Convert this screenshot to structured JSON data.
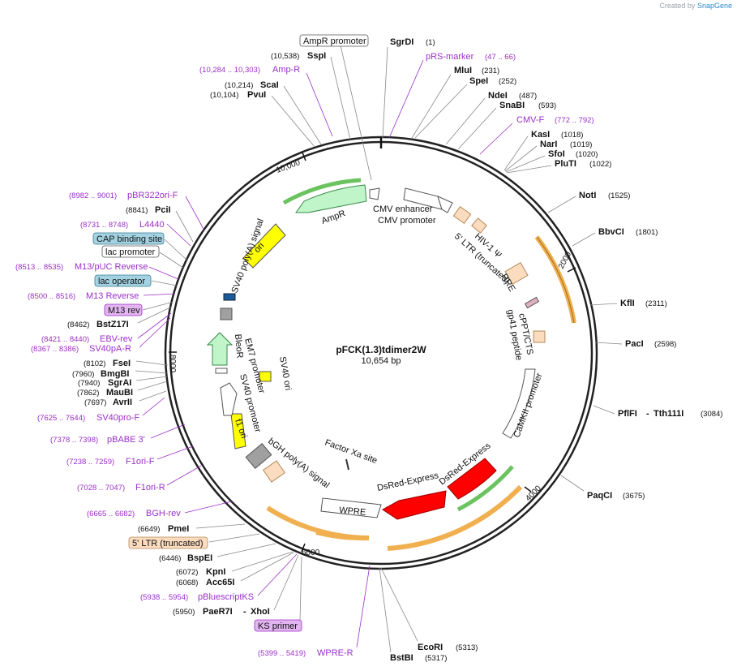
{
  "credit": {
    "prefix": "Created by",
    "brand": "SnapGene"
  },
  "plasmid": {
    "name": "pFCK(1.3)tdimer2W",
    "length": "10,654 bp"
  },
  "ticks": [
    "2000",
    "4000",
    "6000",
    "8000",
    "10,000"
  ],
  "enzymes": [
    {
      "name": "SgrDI",
      "pos": "(1)"
    },
    {
      "name": "MluI",
      "pos": "(231)"
    },
    {
      "name": "SpeI",
      "pos": "(252)"
    },
    {
      "name": "NdeI",
      "pos": "(487)"
    },
    {
      "name": "SnaBI",
      "pos": "(593)"
    },
    {
      "name": "KasI",
      "pos": "(1018)"
    },
    {
      "name": "NarI",
      "pos": "(1019)"
    },
    {
      "name": "SfoI",
      "pos": "(1020)"
    },
    {
      "name": "PluTI",
      "pos": "(1022)"
    },
    {
      "name": "NotI",
      "pos": "(1525)"
    },
    {
      "name": "BbvCI",
      "pos": "(1801)"
    },
    {
      "name": "KflI",
      "pos": "(2311)"
    },
    {
      "name": "PacI",
      "pos": "(2598)"
    },
    {
      "name": "PflFI",
      "pos": "(3084)"
    },
    {
      "name": "Tth111I",
      "pos": ""
    },
    {
      "name": "PaqCI",
      "pos": "(3675)"
    },
    {
      "name": "EcoRI",
      "pos": "(5313)"
    },
    {
      "name": "BstBI",
      "pos": "(5317)"
    },
    {
      "name": "PaeR7I",
      "pos": "(5950)"
    },
    {
      "name": "XhoI",
      "pos": ""
    },
    {
      "name": "Acc65I",
      "pos": "(6068)"
    },
    {
      "name": "KpnI",
      "pos": "(6072)"
    },
    {
      "name": "BspEI",
      "pos": "(6446)"
    },
    {
      "name": "PmeI",
      "pos": "(6649)"
    },
    {
      "name": "AvrII",
      "pos": "(7697)"
    },
    {
      "name": "MauBI",
      "pos": "(7862)"
    },
    {
      "name": "SgrAI",
      "pos": "(7940)"
    },
    {
      "name": "BmgBI",
      "pos": "(7960)"
    },
    {
      "name": "FseI",
      "pos": "(8102)"
    },
    {
      "name": "BstZ17I",
      "pos": "(8462)"
    },
    {
      "name": "PciI",
      "pos": "(8841)"
    },
    {
      "name": "PvuI",
      "pos": "(10,104)"
    },
    {
      "name": "ScaI",
      "pos": "(10,214)"
    },
    {
      "name": "SspI",
      "pos": "(10,538)"
    }
  ],
  "primers": [
    {
      "name": "pRS-marker",
      "range": "(47 .. 66)"
    },
    {
      "name": "CMV-F",
      "range": "(772 .. 792)"
    },
    {
      "name": "WPRE-R",
      "range": "(5399 .. 5419)"
    },
    {
      "name": "pBluescriptKS",
      "range": "(5938 .. 5954)"
    },
    {
      "name": "BGH-rev",
      "range": "(6665 .. 6682)"
    },
    {
      "name": "F1ori-R",
      "range": "(7028 .. 7047)"
    },
    {
      "name": "F1ori-F",
      "range": "(7238 .. 7259)"
    },
    {
      "name": "pBABE 3'",
      "range": "(7378 .. 7398)"
    },
    {
      "name": "SV40pro-F",
      "range": "(7625 .. 7644)"
    },
    {
      "name": "SV40pA-R",
      "range": "(8367 .. 8386)"
    },
    {
      "name": "EBV-rev",
      "range": "(8421 .. 8440)"
    },
    {
      "name": "M13 Reverse",
      "range": "(8500 .. 8516)"
    },
    {
      "name": "M13/pUC Reverse",
      "range": "(8513 .. 8535)"
    },
    {
      "name": "L4440",
      "range": "(8731 .. 8748)"
    },
    {
      "name": "pBR322ori-F",
      "range": "(8982 .. 9001)"
    },
    {
      "name": "Amp-R",
      "range": "(10,284 .. 10,303)"
    }
  ],
  "boxed_features": [
    {
      "name": "AmpR promoter",
      "fill": "#ffffff",
      "stroke": "#555555"
    },
    {
      "name": "CAP binding site",
      "fill": "#a3d3e3",
      "stroke": "#3a7c90"
    },
    {
      "name": "lac promoter",
      "fill": "#ffffff",
      "stroke": "#555555"
    },
    {
      "name": "lac operator",
      "fill": "#a3d3e3",
      "stroke": "#3a7c90"
    },
    {
      "name": "M13 rev",
      "fill": "#e2b4f0",
      "stroke": "#9b30c8"
    },
    {
      "name": "5' LTR (truncated)",
      "fill": "#fbdcbf",
      "stroke": "#b58a5a"
    },
    {
      "name": "KS primer",
      "fill": "#e2b4f0",
      "stroke": "#9b30c8"
    }
  ],
  "features": [
    {
      "name": "CMV enhancer"
    },
    {
      "name": "CMV promoter"
    },
    {
      "name": "HIV-1 Ψ"
    },
    {
      "name": "5' LTR (truncated)"
    },
    {
      "name": "RRE"
    },
    {
      "name": "cPPT/CTS"
    },
    {
      "name": "gp41 peptide"
    },
    {
      "name": "CaMKII promoter"
    },
    {
      "name": "DsRed-Express"
    },
    {
      "name": "DsRed-Express"
    },
    {
      "name": "Factor Xa site"
    },
    {
      "name": "WPRE"
    },
    {
      "name": "bGH poly(A) signal"
    },
    {
      "name": "f1 ori"
    },
    {
      "name": "SV40 promoter"
    },
    {
      "name": "EM7 promoter"
    },
    {
      "name": "BleoR"
    },
    {
      "name": "SV40 ori"
    },
    {
      "name": "SV40 poly(A) signal"
    },
    {
      "name": "ori"
    },
    {
      "name": "AmpR"
    }
  ],
  "colors": {
    "primer": "#9b30c8",
    "orf": "#ff0000",
    "bleo": "#bff5c8",
    "ori": "#ffff00",
    "orange_arc": "#f0b050",
    "green_arc": "#6ac35e"
  }
}
